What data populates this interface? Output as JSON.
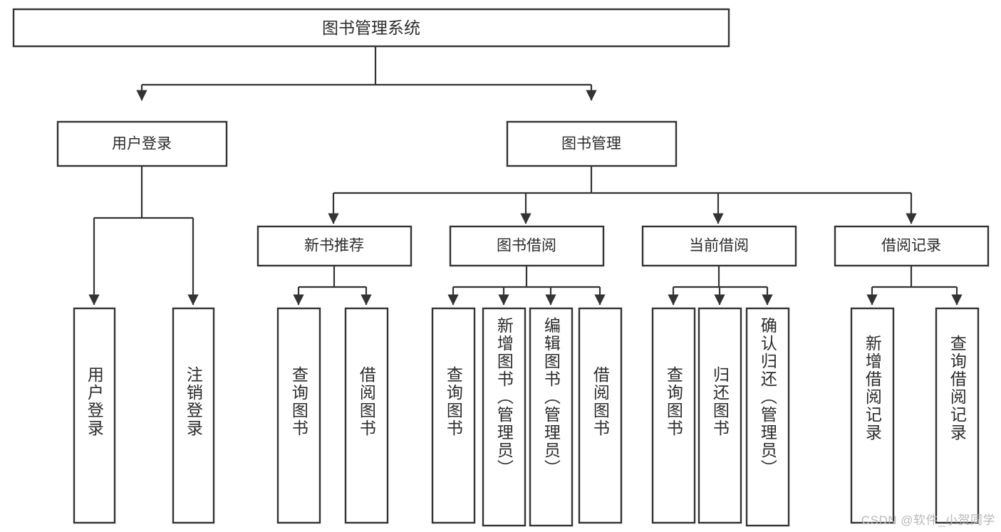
{
  "diagram": {
    "type": "tree",
    "title": "图书管理系统",
    "watermark": "CSDN @软件_小贺同学",
    "colors": {
      "stroke": "#333333",
      "fill": "#ffffff",
      "text": "#2b2b2b",
      "watermark": "#b8b8b8"
    },
    "root": {
      "label": "图书管理系统"
    },
    "level2": [
      {
        "label": "用户登录"
      },
      {
        "label": "图书管理"
      }
    ],
    "level3": [
      {
        "label": "新书推荐"
      },
      {
        "label": "图书借阅"
      },
      {
        "label": "当前借阅"
      },
      {
        "label": "借阅记录"
      }
    ],
    "leaves": {
      "user_login": [
        {
          "label": "用户登录"
        },
        {
          "label": "注销登录"
        }
      ],
      "new_book_recommend": [
        {
          "label": "查询图书"
        },
        {
          "label": "借阅图书"
        }
      ],
      "book_borrow": [
        {
          "label": "查询图书"
        },
        {
          "label": "新增图书（管理员）"
        },
        {
          "label": "编辑图书（管理员）"
        },
        {
          "label": "借阅图书"
        }
      ],
      "current_borrow": [
        {
          "label": "查询图书"
        },
        {
          "label": "归还图书"
        },
        {
          "label": "确认归还（管理员）"
        }
      ],
      "borrow_record": [
        {
          "label": "新增借阅记录"
        },
        {
          "label": "查询借阅记录"
        }
      ]
    }
  }
}
